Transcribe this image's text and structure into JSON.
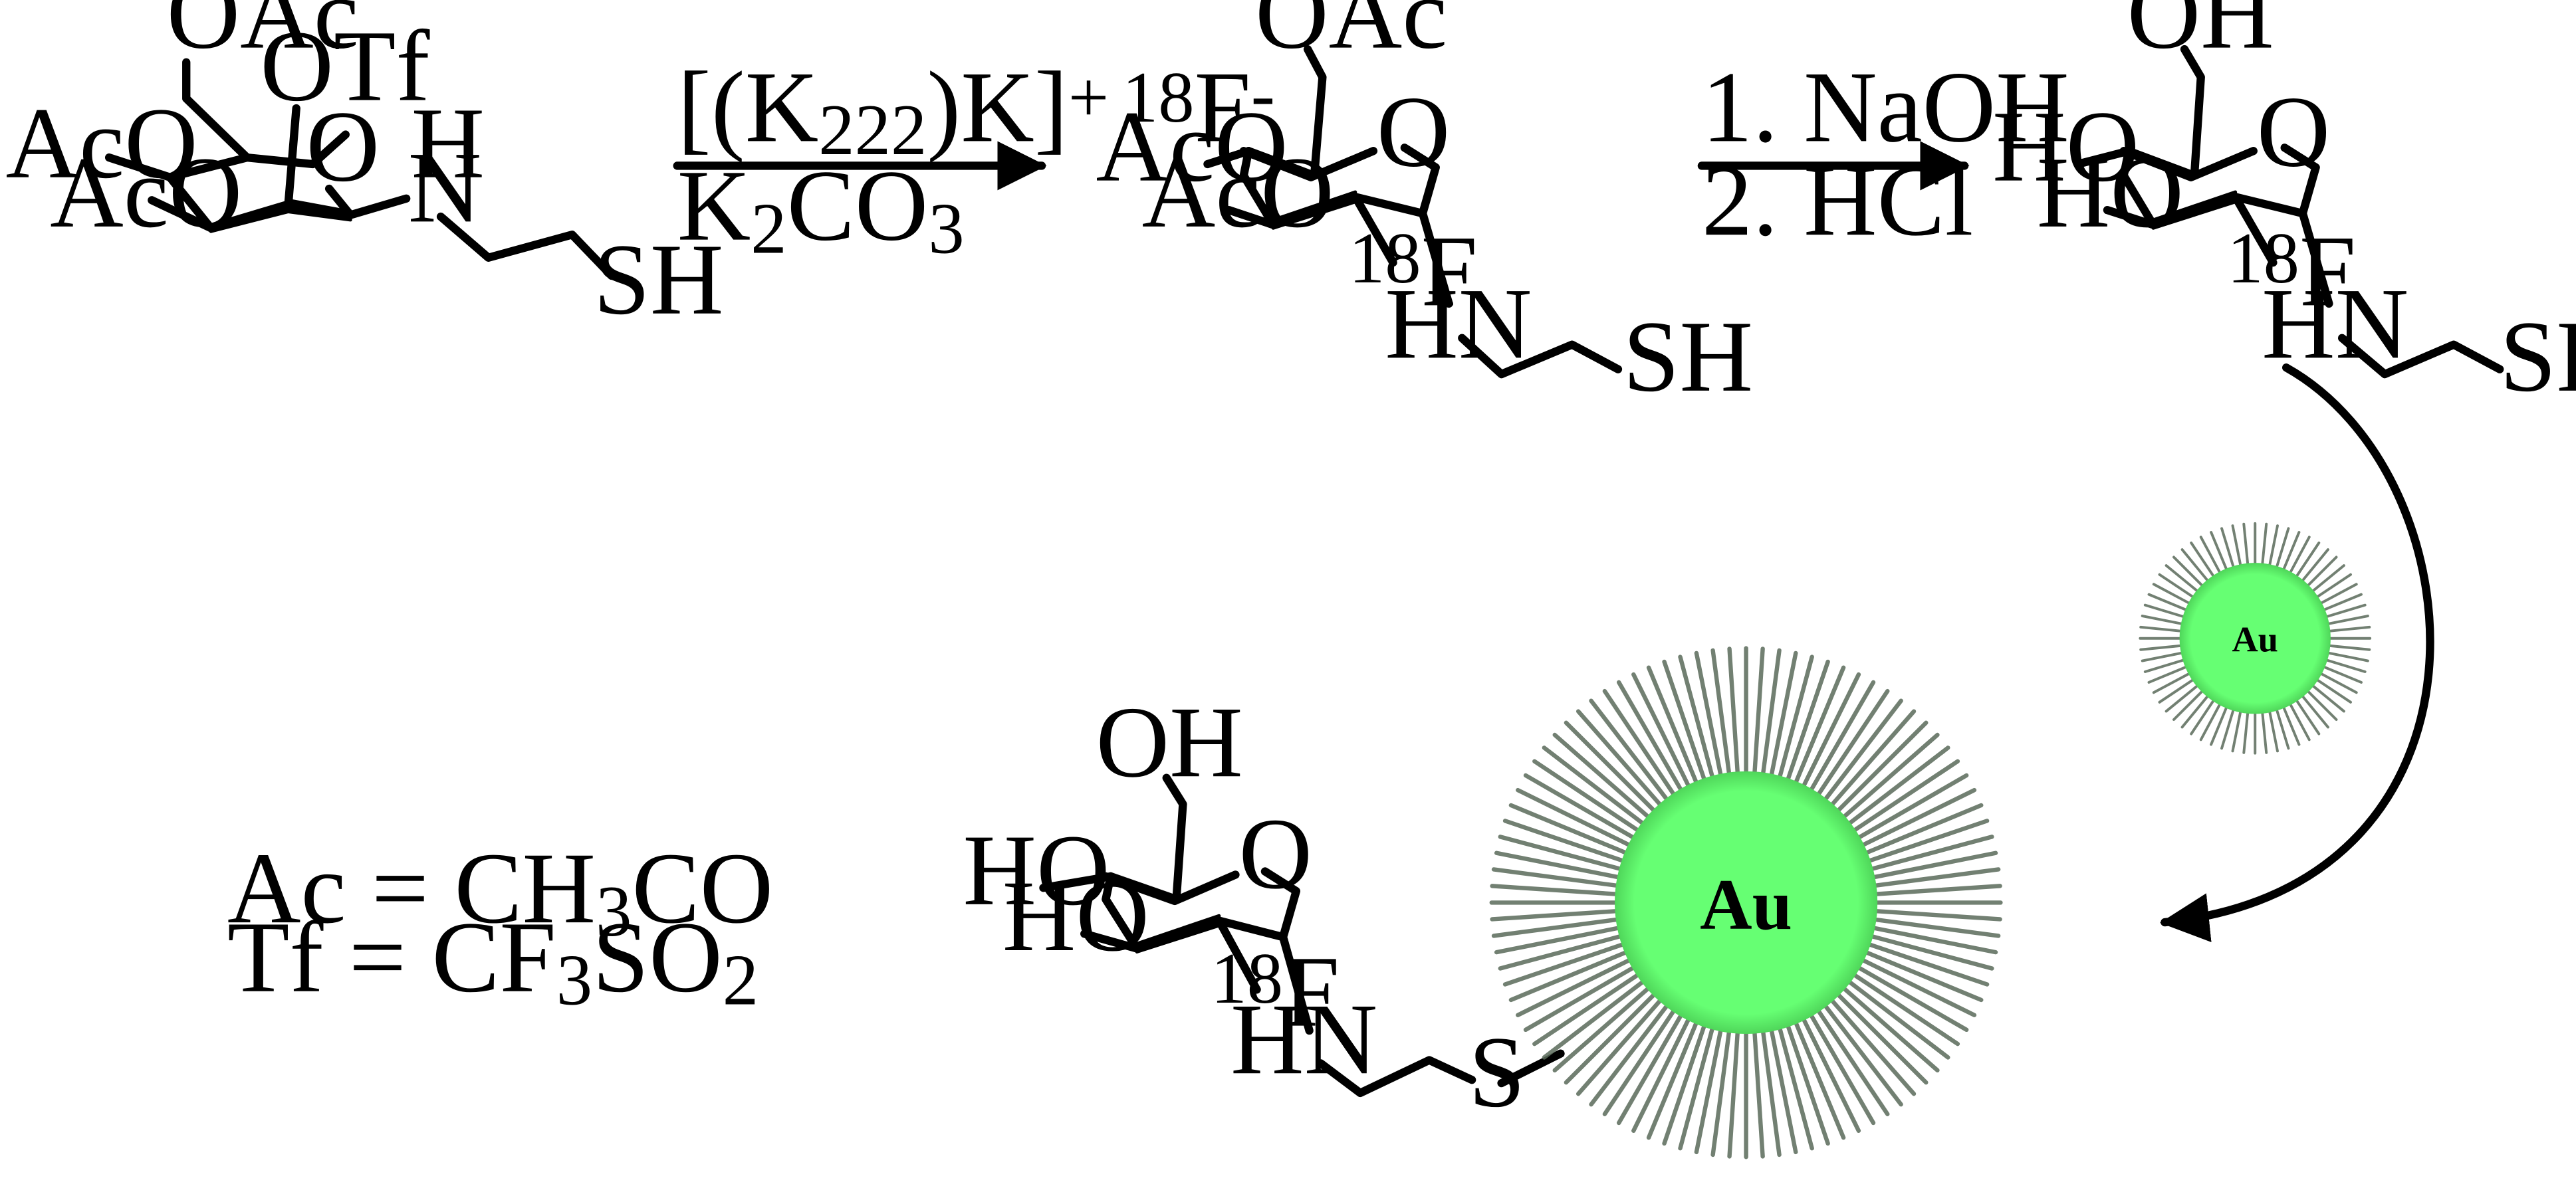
{
  "reaction1": {
    "reagent_prefix": "[(K",
    "reagent_sub": "222",
    "reagent_mid": ")K]",
    "reagent_sup_plus": "+",
    "reagent_iso": "18",
    "reagent_F": "F",
    "reagent_sup_minus": "-",
    "base_K": "K",
    "base_sub2": "2",
    "base_CO": "CO",
    "base_sub3": "3"
  },
  "reaction2": {
    "step1": "1. NaOH",
    "step2": "2. HCl"
  },
  "labels": {
    "OAc": "OAc",
    "AcO": "AcO",
    "OTf": "OTf",
    "O": "O",
    "H": "H",
    "N": "N",
    "SH": "SH",
    "HN": "HN",
    "OH": "OH",
    "HO": "HO",
    "S": "S",
    "iso18": "18",
    "F": "F"
  },
  "legend": {
    "ac_lhs": "Ac = CH",
    "ac_sub": "3",
    "ac_rhs": "CO",
    "tf_lhs": "Tf = CF",
    "tf_sub1": "3",
    "tf_mid": "SO",
    "tf_sub2": "2"
  },
  "nanoparticles": {
    "small_label": "Au",
    "large_label": "Au",
    "core_color": "#66ff73",
    "spike_color": "#5a6a5a"
  }
}
